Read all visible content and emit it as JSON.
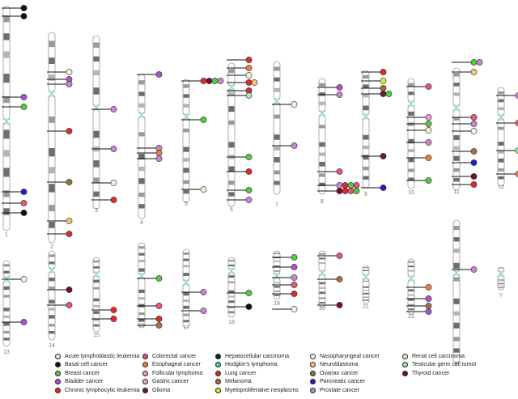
{
  "colors": {
    "acute_lymphoblastic_leukemia": "#f2f2d8",
    "basal_cell_cancer": "#111111",
    "breast_cancer": "#4fcf3c",
    "bladder_cancer": "#b04fd0",
    "chronic_lymphocytic_leukemia": "#f02418",
    "colorectal_cancer": "#e8557a",
    "esophageal_cancer": "#f07e3c",
    "follicular_lymphoma": "#f09ad2",
    "gastric_cancer": "#f3a8b6",
    "glioma": "#6a1a3e",
    "hepatocellular_carcinoma": "#142a0e",
    "hodgkins_lymphoma": "#3ddc8a",
    "lung_cancer": "#e02b2b",
    "melanoma": "#a9703c",
    "myeloproliferative_neoplasms": "#dcea2e",
    "nasopharyngeal_cancer": "#ffffff",
    "neuroblastoma": "#f6c07a",
    "ovarian_cancer": "#8a7a2a",
    "pancreatic_cancer": "#2a1ec8",
    "prostate_cancer": "#c586d6",
    "renal_cell_carcinoma": "#f7f1d6",
    "testicular_germ_cell_tumor": "#9fe8b8",
    "thyroid_cancer": "#7a0a34"
  },
  "chromosomes": [
    {
      "label": "1"
    },
    {
      "label": "2"
    },
    {
      "label": "3"
    },
    {
      "label": "4"
    },
    {
      "label": "5"
    },
    {
      "label": "6"
    },
    {
      "label": "7"
    },
    {
      "label": "8"
    },
    {
      "label": "9"
    },
    {
      "label": "10"
    },
    {
      "label": "11"
    },
    {
      "label": "12"
    },
    {
      "label": "13"
    },
    {
      "label": "14"
    },
    {
      "label": "15"
    },
    {
      "label": "16"
    },
    {
      "label": "17"
    },
    {
      "label": "18"
    },
    {
      "label": "19"
    },
    {
      "label": "20"
    },
    {
      "label": "21"
    },
    {
      "label": "22"
    },
    {
      "label": "X"
    },
    {
      "label": "Y"
    }
  ],
  "legend": [
    {
      "label": "Acute lymphoblastic leukemia",
      "color_key": "acute_lymphoblastic_leukemia"
    },
    {
      "label": "Basal cell cancer",
      "color_key": "basal_cell_cancer"
    },
    {
      "label": "Breast cancer",
      "color_key": "breast_cancer"
    },
    {
      "label": "Bladder cancer",
      "color_key": "bladder_cancer"
    },
    {
      "label": "Chronic lymphocytic leukemia",
      "color_key": "chronic_lymphocytic_leukemia"
    },
    {
      "label": "Colorectal cancer",
      "color_key": "colorectal_cancer"
    },
    {
      "label": "Esophageal cancer",
      "color_key": "esophageal_cancer"
    },
    {
      "label": "Follicular lymphoma",
      "color_key": "follicular_lymphoma"
    },
    {
      "label": "Gastric cancer",
      "color_key": "gastric_cancer"
    },
    {
      "label": "Glioma",
      "color_key": "glioma"
    },
    {
      "label": "Hepatocellular carcinoma",
      "color_key": "hepatocellular_carcinoma"
    },
    {
      "label": "Hodgkin's lymphoma",
      "color_key": "hodgkins_lymphoma"
    },
    {
      "label": "Lung cancer",
      "color_key": "lung_cancer"
    },
    {
      "label": "Melanoma",
      "color_key": "melanoma"
    },
    {
      "label": "Myeloproliferative neoplasms",
      "color_key": "myeloproliferative_neoplasms"
    },
    {
      "label": "Nasopharyngeal cancer",
      "color_key": "nasopharyngeal_cancer"
    },
    {
      "label": "Neuroblastoma",
      "color_key": "neuroblastoma"
    },
    {
      "label": "Ovarian cancer",
      "color_key": "ovarian_cancer"
    },
    {
      "label": "Pancreatic cancer",
      "color_key": "pancreatic_cancer"
    },
    {
      "label": "Prostate cancer",
      "color_key": "prostate_cancer"
    },
    {
      "label": "Renal cell carcinoma",
      "color_key": "renal_cell_carcinoma"
    },
    {
      "label": "Testicular germ cell tumor",
      "color_key": "testicular_germ_cell_tumor"
    },
    {
      "label": "Thyroid cancer",
      "color_key": "thyroid_cancer"
    }
  ]
}
